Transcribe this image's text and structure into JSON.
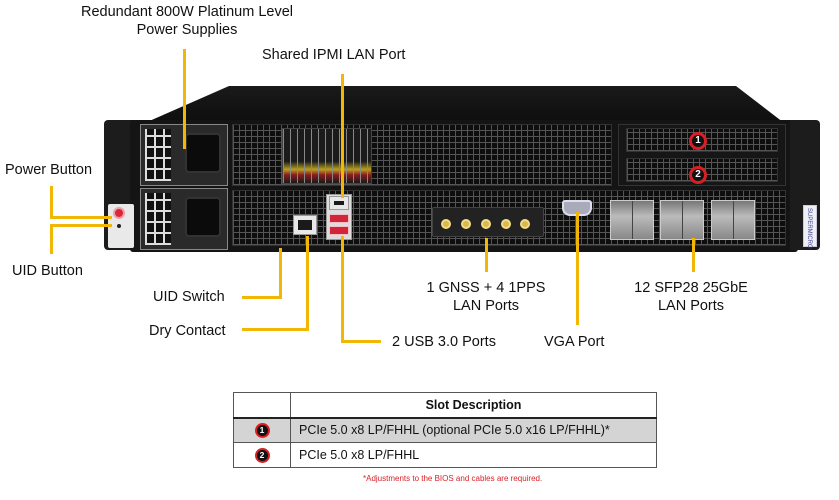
{
  "title": "Rear view of 2U server with labeled I/O",
  "colors": {
    "callout_line": "#f2b705",
    "badge_ring": "#d81f26",
    "footnote": "#d81f26",
    "row_shade": "#d4d4d4"
  },
  "brand_label": "SUPERMICRO",
  "callouts": {
    "power_supplies": [
      "Redundant  800W Platinum  Level",
      "Power Supplies"
    ],
    "ipmi": "Shared IPMI  LAN Port",
    "power_button": "Power Button",
    "uid_button": "UID  Button",
    "uid_switch": "UID  Switch",
    "dry_contact": "Dry Contact",
    "usb": "2 USB 3.0 Ports",
    "gnss": [
      "1 GNSS + 4 1PPS",
      "LAN Ports"
    ],
    "vga": "VGA Port",
    "sfp": [
      "12 SFP28 25GbE",
      "LAN Ports"
    ]
  },
  "slot_badges": [
    "1",
    "2"
  ],
  "slot_table": {
    "header": [
      "",
      "Slot Description"
    ],
    "rows": [
      {
        "slot": "1",
        "description": "PCIe 5.0 x8 LP/FHHL (optional  PCIe 5.0 x16 LP/FHHL)*"
      },
      {
        "slot": "2",
        "description": "PCIe 5.0 x8 LP/FHHL"
      }
    ],
    "footnote": "*Adjustments to the BIOS and cables are  required."
  }
}
